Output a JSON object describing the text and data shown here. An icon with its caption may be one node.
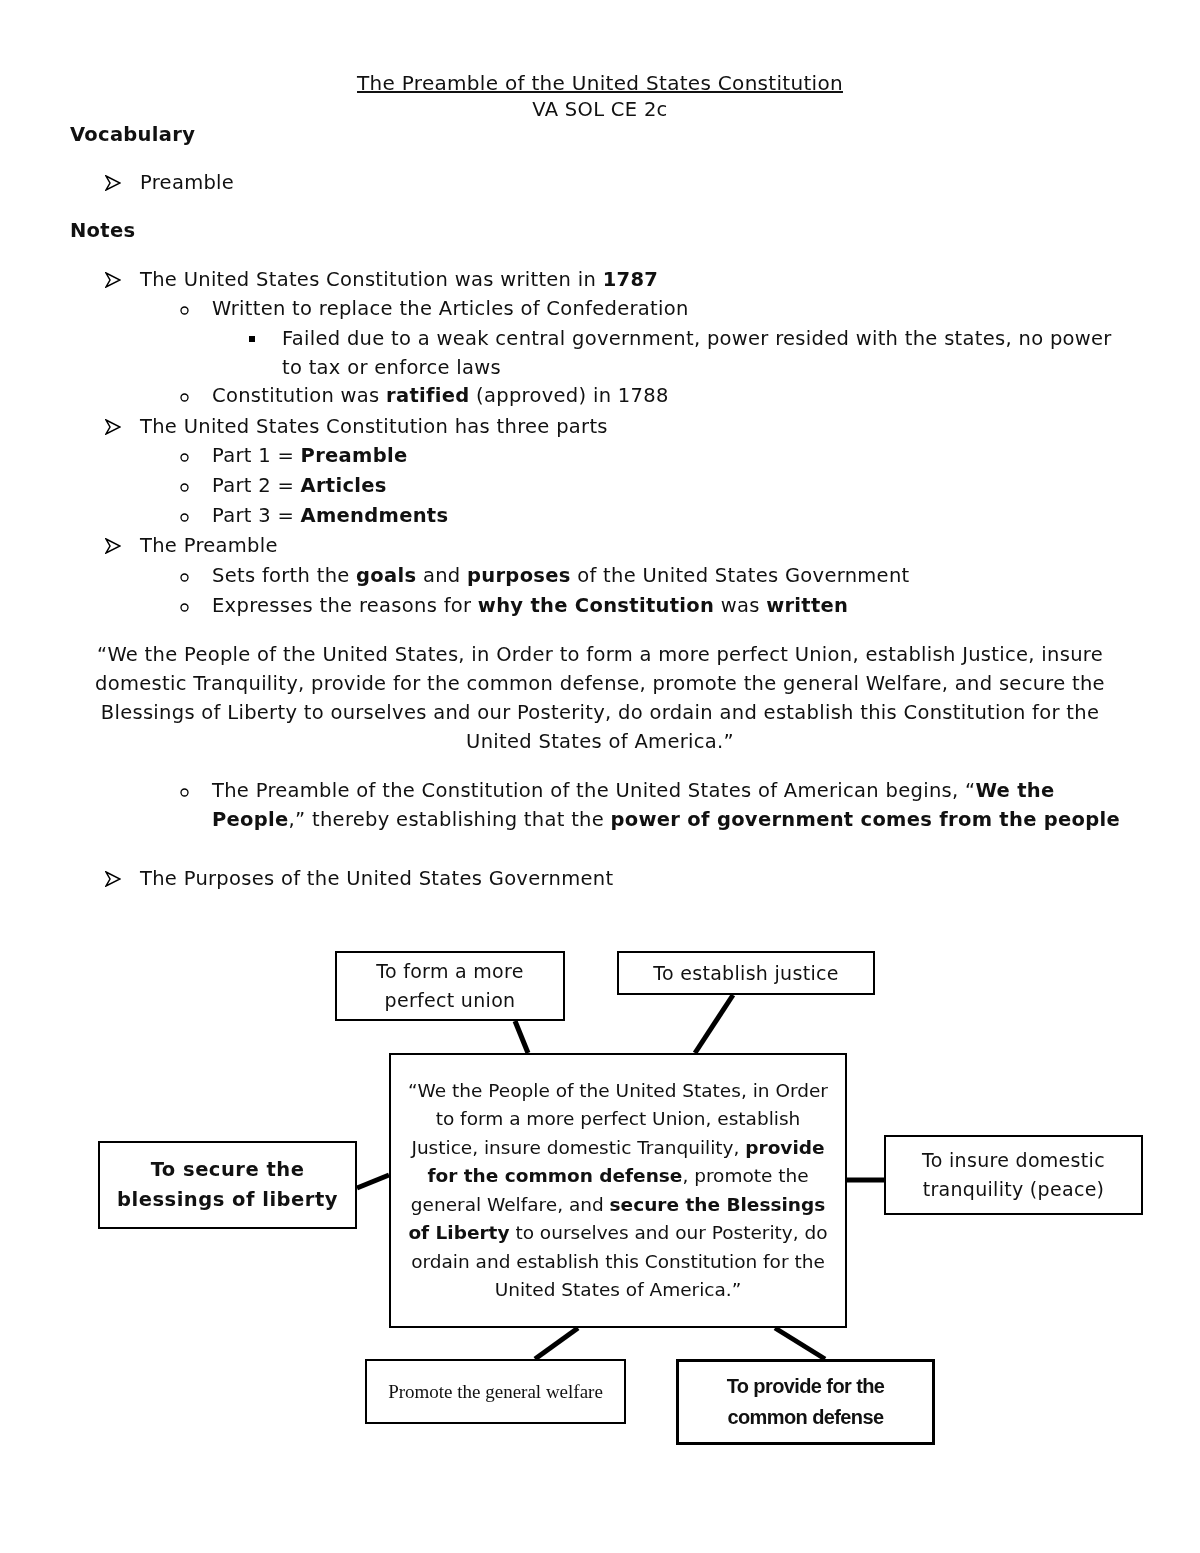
{
  "diagram": {
    "title": "The Preamble of the United States Constitution",
    "nodes": [
      {
        "text": [
          "To form a more perfect union"
        ]
      },
      {
        "text": [
          "To establish justice"
        ]
      },
      {
        "text": [
          "“We the People of the United States, in Order to form a more perfect Union, establish Justice, insure domestic Tranquility, **provide for the common defense**, promote the general Welfare, and **secure the Blessings of Liberty** to ourselves and our Posterity, do ordain and establish this Constitution for the United States of America.”"
        ]
      },
      {
        "text": [
          "To secure the blessings of liberty"
        ]
      },
      {
        "text": [
          "To insure domestic tranquility (peace)"
        ]
      },
      {
        "text": [
          "Promote the general welfare"
        ]
      },
      {
        "text": [
          "To provide for the common defense"
        ]
      }
    ],
    "edges": [
      {
        "from": 2,
        "to": 0,
        "arrow": "none"
      },
      {
        "from": 2,
        "to": 1,
        "arrow": "none"
      },
      {
        "from": 2,
        "to": 3,
        "arrow": "none"
      },
      {
        "from": 2,
        "to": 4,
        "arrow": "none"
      },
      {
        "from": 2,
        "to": 5,
        "arrow": "none"
      },
      {
        "from": 2,
        "to": 6,
        "arrow": "none"
      }
    ],
    "labels": [
      "VA SOL CE 2c",
      "Vocabulary",
      "Preamble",
      "Notes",
      "The United States Constitution was written in **1787**",
      "Written to replace the Articles of Confederation",
      "Failed due to a weak central government, power resided with the states, no power to tax or enforce laws",
      "Constitution was **ratified** (approved) in 1788",
      "The United States Constitution has three parts",
      "Part 1 = **Preamble**",
      "Part 2 = **Articles**",
      "Part 3 = **Amendments**",
      "The Preamble",
      "Sets forth the **goals** and **purposes** of the United States Government",
      "Expresses the reasons for **why the Constitution** was **written**",
      "“We the People of the United States, in Order to form a more perfect Union, establish Justice, insure domestic Tranquility, provide for the common defense, promote the general Welfare, and secure the Blessings of Liberty to ourselves and our Posterity, do ordain and establish this Constitution for the United States of America.”",
      "The Preamble of the Constitution of the United States of American begins, “**We the People**,” thereby establishing that the **power of government comes from the people**",
      "The Purposes of the United States Government"
    ]
  }
}
